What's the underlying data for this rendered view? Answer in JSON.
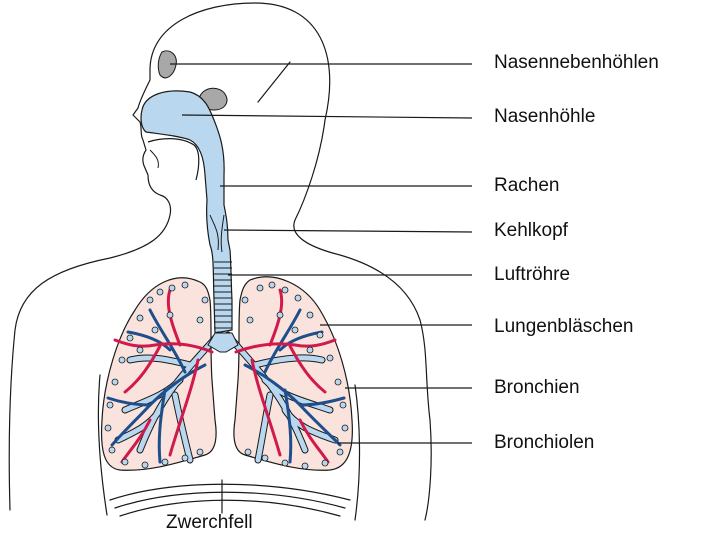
{
  "labels": {
    "sinuses": "Nasennebenhöhlen",
    "nasal_cavity": "Nasenhöhle",
    "pharynx": "Rachen",
    "larynx": "Kehlkopf",
    "trachea": "Luftröhre",
    "alveoli": "Lungenbläschen",
    "bronchi": "Bronchien",
    "bronchioles": "Bronchiolen",
    "diaphragm": "Zwerchfell"
  },
  "colors": {
    "airway": "#b9d8ef",
    "lung_fill": "#f9e3dc",
    "artery": "#d2194b",
    "vein": "#1f4e8c",
    "sinus": "#a8a8a8",
    "outline": "#1a1a1a"
  }
}
